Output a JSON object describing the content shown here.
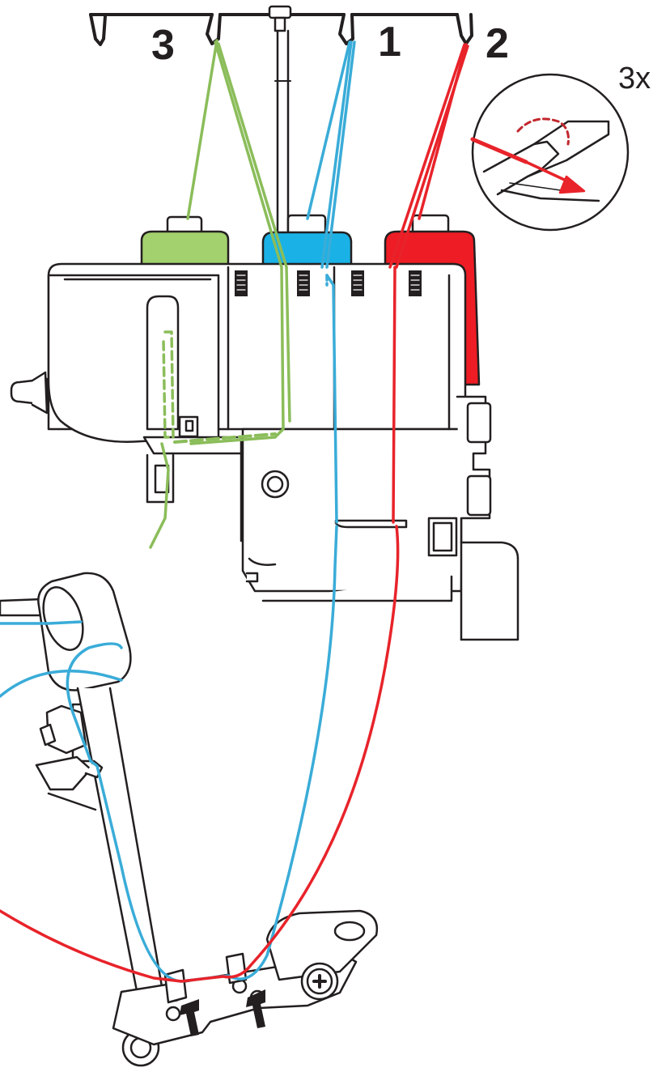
{
  "diagram": {
    "guide_numbers": {
      "left": "3",
      "middle": "1",
      "right": "2"
    },
    "repeat_label": "3x",
    "colors": {
      "thread_3": "#8bbd5a",
      "thread_1": "#3aacd8",
      "thread_2": "#e8232a",
      "cone_3": "#a2d16d",
      "cone_1": "#1ab2e6",
      "cone_2": "#ee1c24",
      "outline": "#231f20",
      "arrow": "#231f20"
    },
    "icons": [
      "thread-guide-icon",
      "spool-cone-icon",
      "thread-tension-dial-icon",
      "looper-icon",
      "screw-icon",
      "direction-arrow-icon",
      "magnifier-inset-icon"
    ]
  }
}
